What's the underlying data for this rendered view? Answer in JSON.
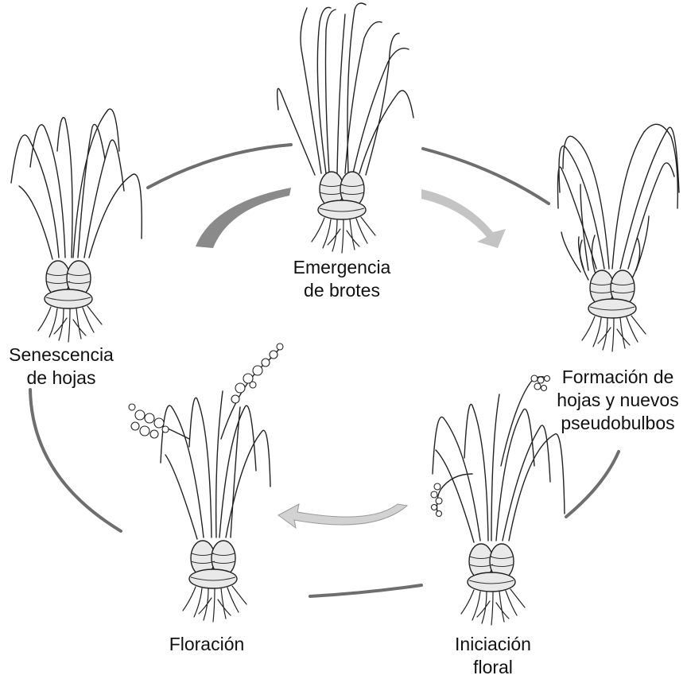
{
  "stages": {
    "emergence": {
      "line1": "Emergencia",
      "line2": "de brotes"
    },
    "leaf_formation": {
      "line1": "Formación de",
      "line2": "hojas y nuevos",
      "line3": "pseudobulbos"
    },
    "floral_initiation": {
      "line1": "Iniciación",
      "line2": "floral"
    },
    "flowering": {
      "line1": "Floración"
    },
    "senescence": {
      "line1": "Senescencia",
      "line2": "de hojas"
    }
  },
  "colors": {
    "cycle_line": "#6e6e6e",
    "arrow_dark": "#8a8a8a",
    "arrow_light": "#c4c4c4",
    "ink": "#222222"
  },
  "icons": {
    "emergence": "orchid-sprout-icon",
    "leaf_formation": "orchid-leaves-pseudobulbs-icon",
    "floral_initiation": "orchid-inflorescence-icon",
    "flowering": "orchid-flowering-icon",
    "senescence": "orchid-senescent-icon"
  }
}
